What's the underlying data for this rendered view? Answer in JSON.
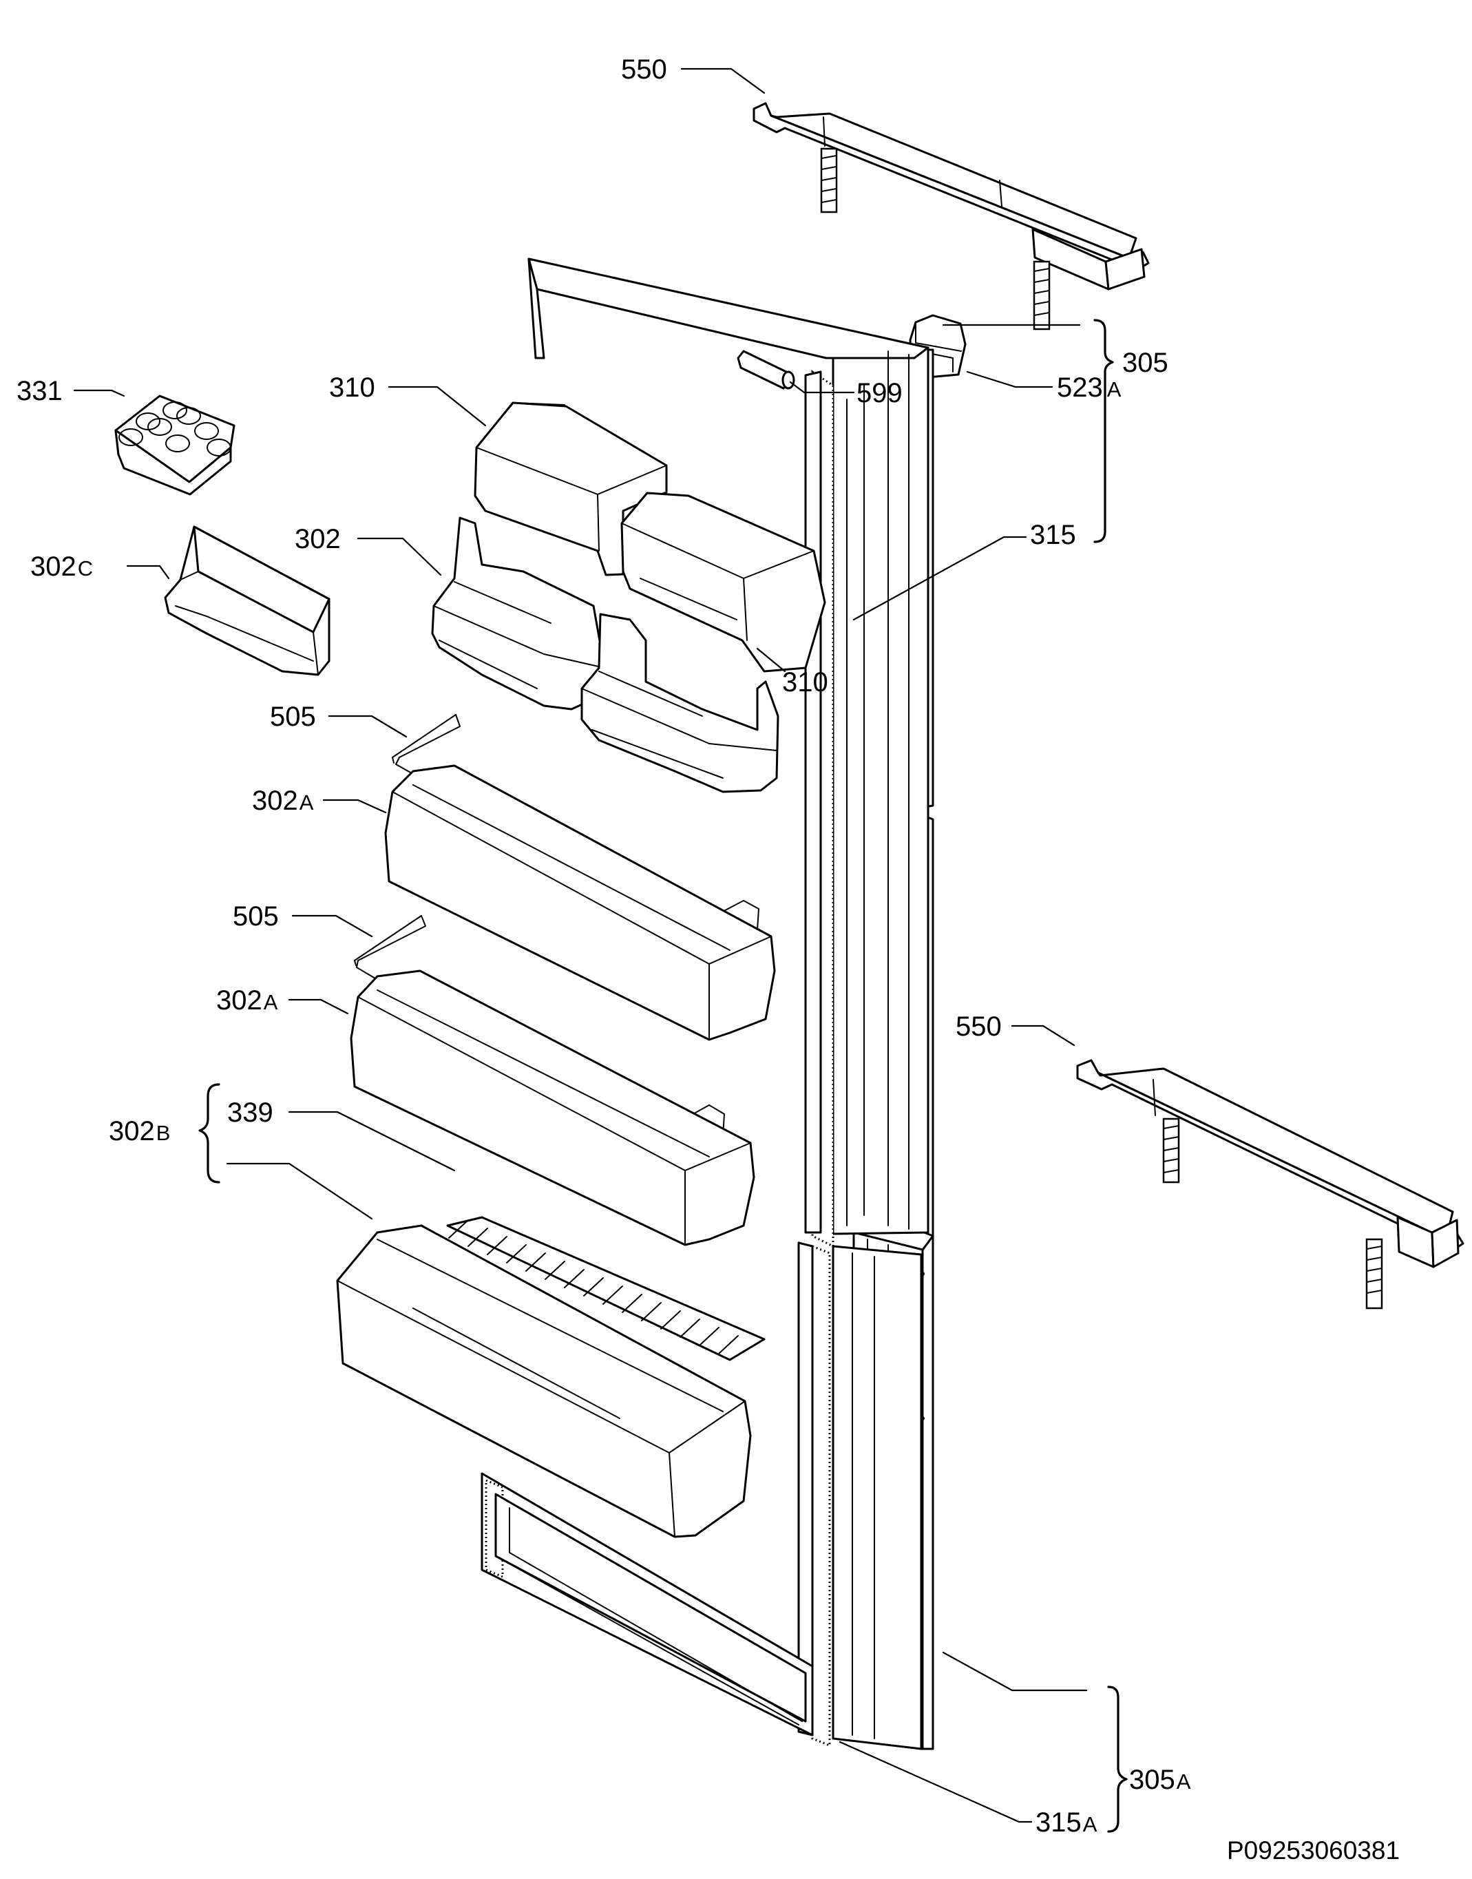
{
  "diagram": {
    "drawing_code": "P09253060381",
    "labels": {
      "l550_top": {
        "num": "550",
        "suffix": ""
      },
      "l599": {
        "num": "599",
        "suffix": ""
      },
      "l523a": {
        "num": "523",
        "suffix": "A"
      },
      "l331": {
        "num": "331",
        "suffix": ""
      },
      "l310_top": {
        "num": "310",
        "suffix": ""
      },
      "l305": {
        "num": "305",
        "suffix": ""
      },
      "l315": {
        "num": "315",
        "suffix": ""
      },
      "l302c": {
        "num": "302",
        "suffix": "C"
      },
      "l302": {
        "num": "302",
        "suffix": ""
      },
      "l310_mid": {
        "num": "310",
        "suffix": ""
      },
      "l505_a": {
        "num": "505",
        "suffix": ""
      },
      "l302a_a": {
        "num": "302",
        "suffix": "A"
      },
      "l505_b": {
        "num": "505",
        "suffix": ""
      },
      "l302a_b": {
        "num": "302",
        "suffix": "A"
      },
      "l550_mid": {
        "num": "550",
        "suffix": ""
      },
      "l302b": {
        "num": "302",
        "suffix": "B"
      },
      "l339": {
        "num": "339",
        "suffix": ""
      },
      "l305a": {
        "num": "305",
        "suffix": "A"
      },
      "l315a": {
        "num": "315",
        "suffix": "A"
      }
    }
  }
}
